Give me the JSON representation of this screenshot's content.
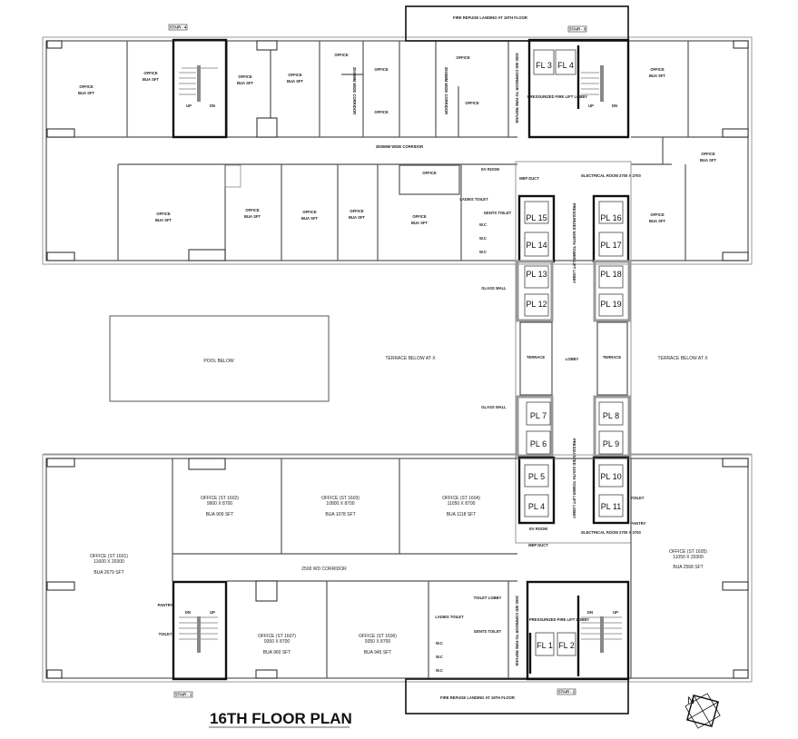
{
  "title": "16TH FLOOR PLAN",
  "north_label": "N",
  "stairs": {
    "stair_1": "STAIR - 1",
    "stair_2": "STAIR - 2",
    "stair_3": "STAIR - 3",
    "stair_4": "STAIR - 4",
    "up": "UP",
    "dn": "DN"
  },
  "fire_refuge_top": "FIRE REFUGE LANDING AT 16TH FLOOR",
  "fire_refuge_bottom": "FIRE REFUGE LANDING AT 16TH FLOOR",
  "pool": "POOL BELOW",
  "terrace_left": "TERRACE BELOW AT X",
  "terrace_right": "TERRACE BELOW AT X",
  "terrace_small": "TERRACE",
  "lobby": "LOBBY",
  "glass_wall": "GLASS WALL",
  "fire_lift_lobby": "PRESSURIZED FIRE LIFT LOBBY",
  "north_lobby": "PRESSURIZED NORTH TOWER LIFT LOBBY",
  "south_lobby": "PRESSURIZED SOUTH TOWER LIFT LOBBY",
  "electrical_room": "ELECTRICAL ROOM 2700 X 2700",
  "mep_duct": "MEP DUCT",
  "ev_room": "EV ROOM",
  "corridor_top": "2500MM WIDE CORRIDOR",
  "corridor_vertical": "2000MM WIDE CORRIDOR",
  "corridor_bottom": "2500 WD CORRIDOR",
  "fire_corridor": "2000 WD CORRIDOR TO FIRE REFUGE",
  "toilets": {
    "ladies": "LADIES TOILET",
    "gents": "GENTS TOILET",
    "wc": "W.C",
    "toilet_lobby": "TOILET LOBBY",
    "pantry": "PANTRY",
    "toilet": "TOILET"
  },
  "lifts": [
    "FL 1",
    "FL 2",
    "FL 3",
    "FL 4",
    "PL 4",
    "PL 5",
    "PL 6",
    "PL 7",
    "PL 8",
    "PL 9",
    "PL 10",
    "PL 11",
    "PL 12",
    "PL 13",
    "PL 14",
    "PL 15",
    "PL 16",
    "PL 17",
    "PL 18",
    "PL 19"
  ],
  "top_offices": [
    {
      "name": "OFFICE",
      "bua": "BUA SFT"
    }
  ],
  "bottom_offices": {
    "st1601": {
      "name": "OFFICE (ST 1601)",
      "dim": "11600 X 20300",
      "bua": "BUA 2679 SFT"
    },
    "st1602": {
      "name": "OFFICE (ST 1602)",
      "dim": "9900 X 8700",
      "bua": "BUA 909 SFT"
    },
    "st1603": {
      "name": "OFFICE (ST 1603)",
      "dim": "10800 X 8700",
      "bua": "BUA 1078 SFT"
    },
    "st1604": {
      "name": "OFFICE (ST 1604)",
      "dim": "11050 X 8700",
      "bua": "BUA 1118 SFT"
    },
    "st1605": {
      "name": "OFFICE (ST 1605)",
      "dim": "11050 X 20300",
      "bua": "BUA 2568 SFT"
    },
    "st1606": {
      "name": "OFFICE (ST 1606)",
      "dim": "9350 X 8700",
      "bua": "BUA 945 SFT"
    },
    "st1607": {
      "name": "OFFICE (ST 1607)",
      "dim": "9350 X 8700",
      "bua": "BUA 960 SFT"
    }
  },
  "colors": {
    "walls": "#555555",
    "heavy_walls": "#111111",
    "background": "#ffffff"
  }
}
